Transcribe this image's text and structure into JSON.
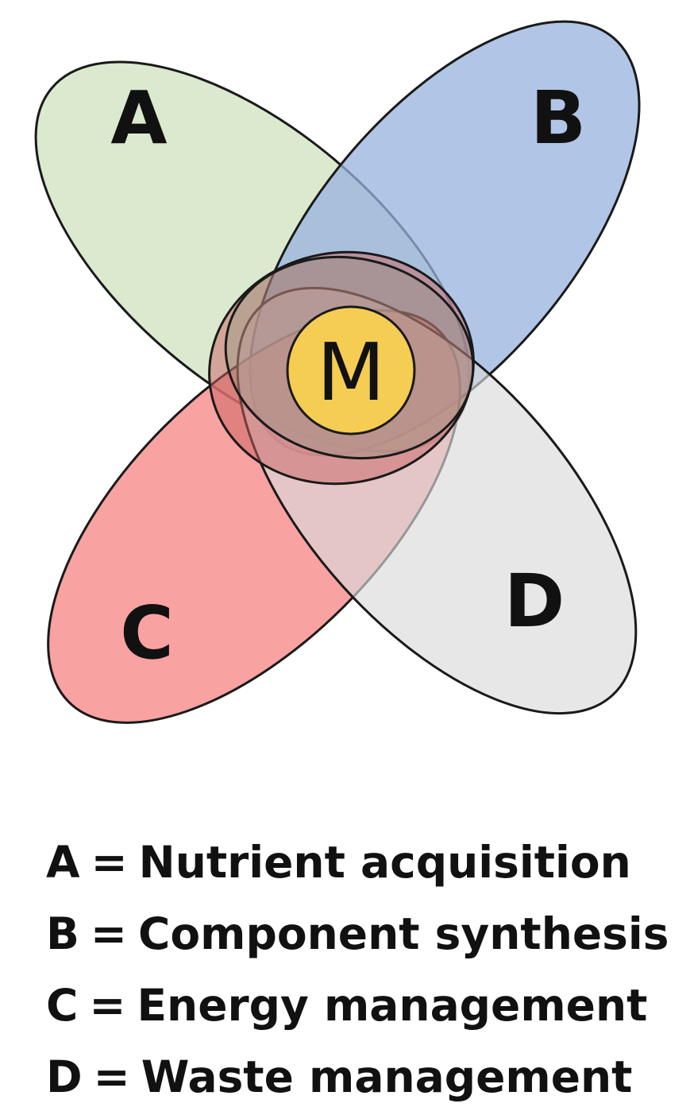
{
  "sets": [
    {
      "key": "A",
      "label": "A",
      "color": "#d5e5c5"
    },
    {
      "key": "B",
      "label": "B",
      "color": "#97b1df"
    },
    {
      "key": "C",
      "label": "C",
      "color": "#f57a79"
    },
    {
      "key": "D",
      "label": "D",
      "color": "#dadada"
    }
  ],
  "center": {
    "label": "M",
    "color": "#f6cd53"
  },
  "legend": [
    {
      "key": "A",
      "equals": "=",
      "text": "Nutrient acquisition"
    },
    {
      "key": "B",
      "equals": "=",
      "text": "Component synthesis"
    },
    {
      "key": "C",
      "equals": "=",
      "text": "Energy management"
    },
    {
      "key": "D",
      "equals": "=",
      "text": "Waste management"
    }
  ]
}
